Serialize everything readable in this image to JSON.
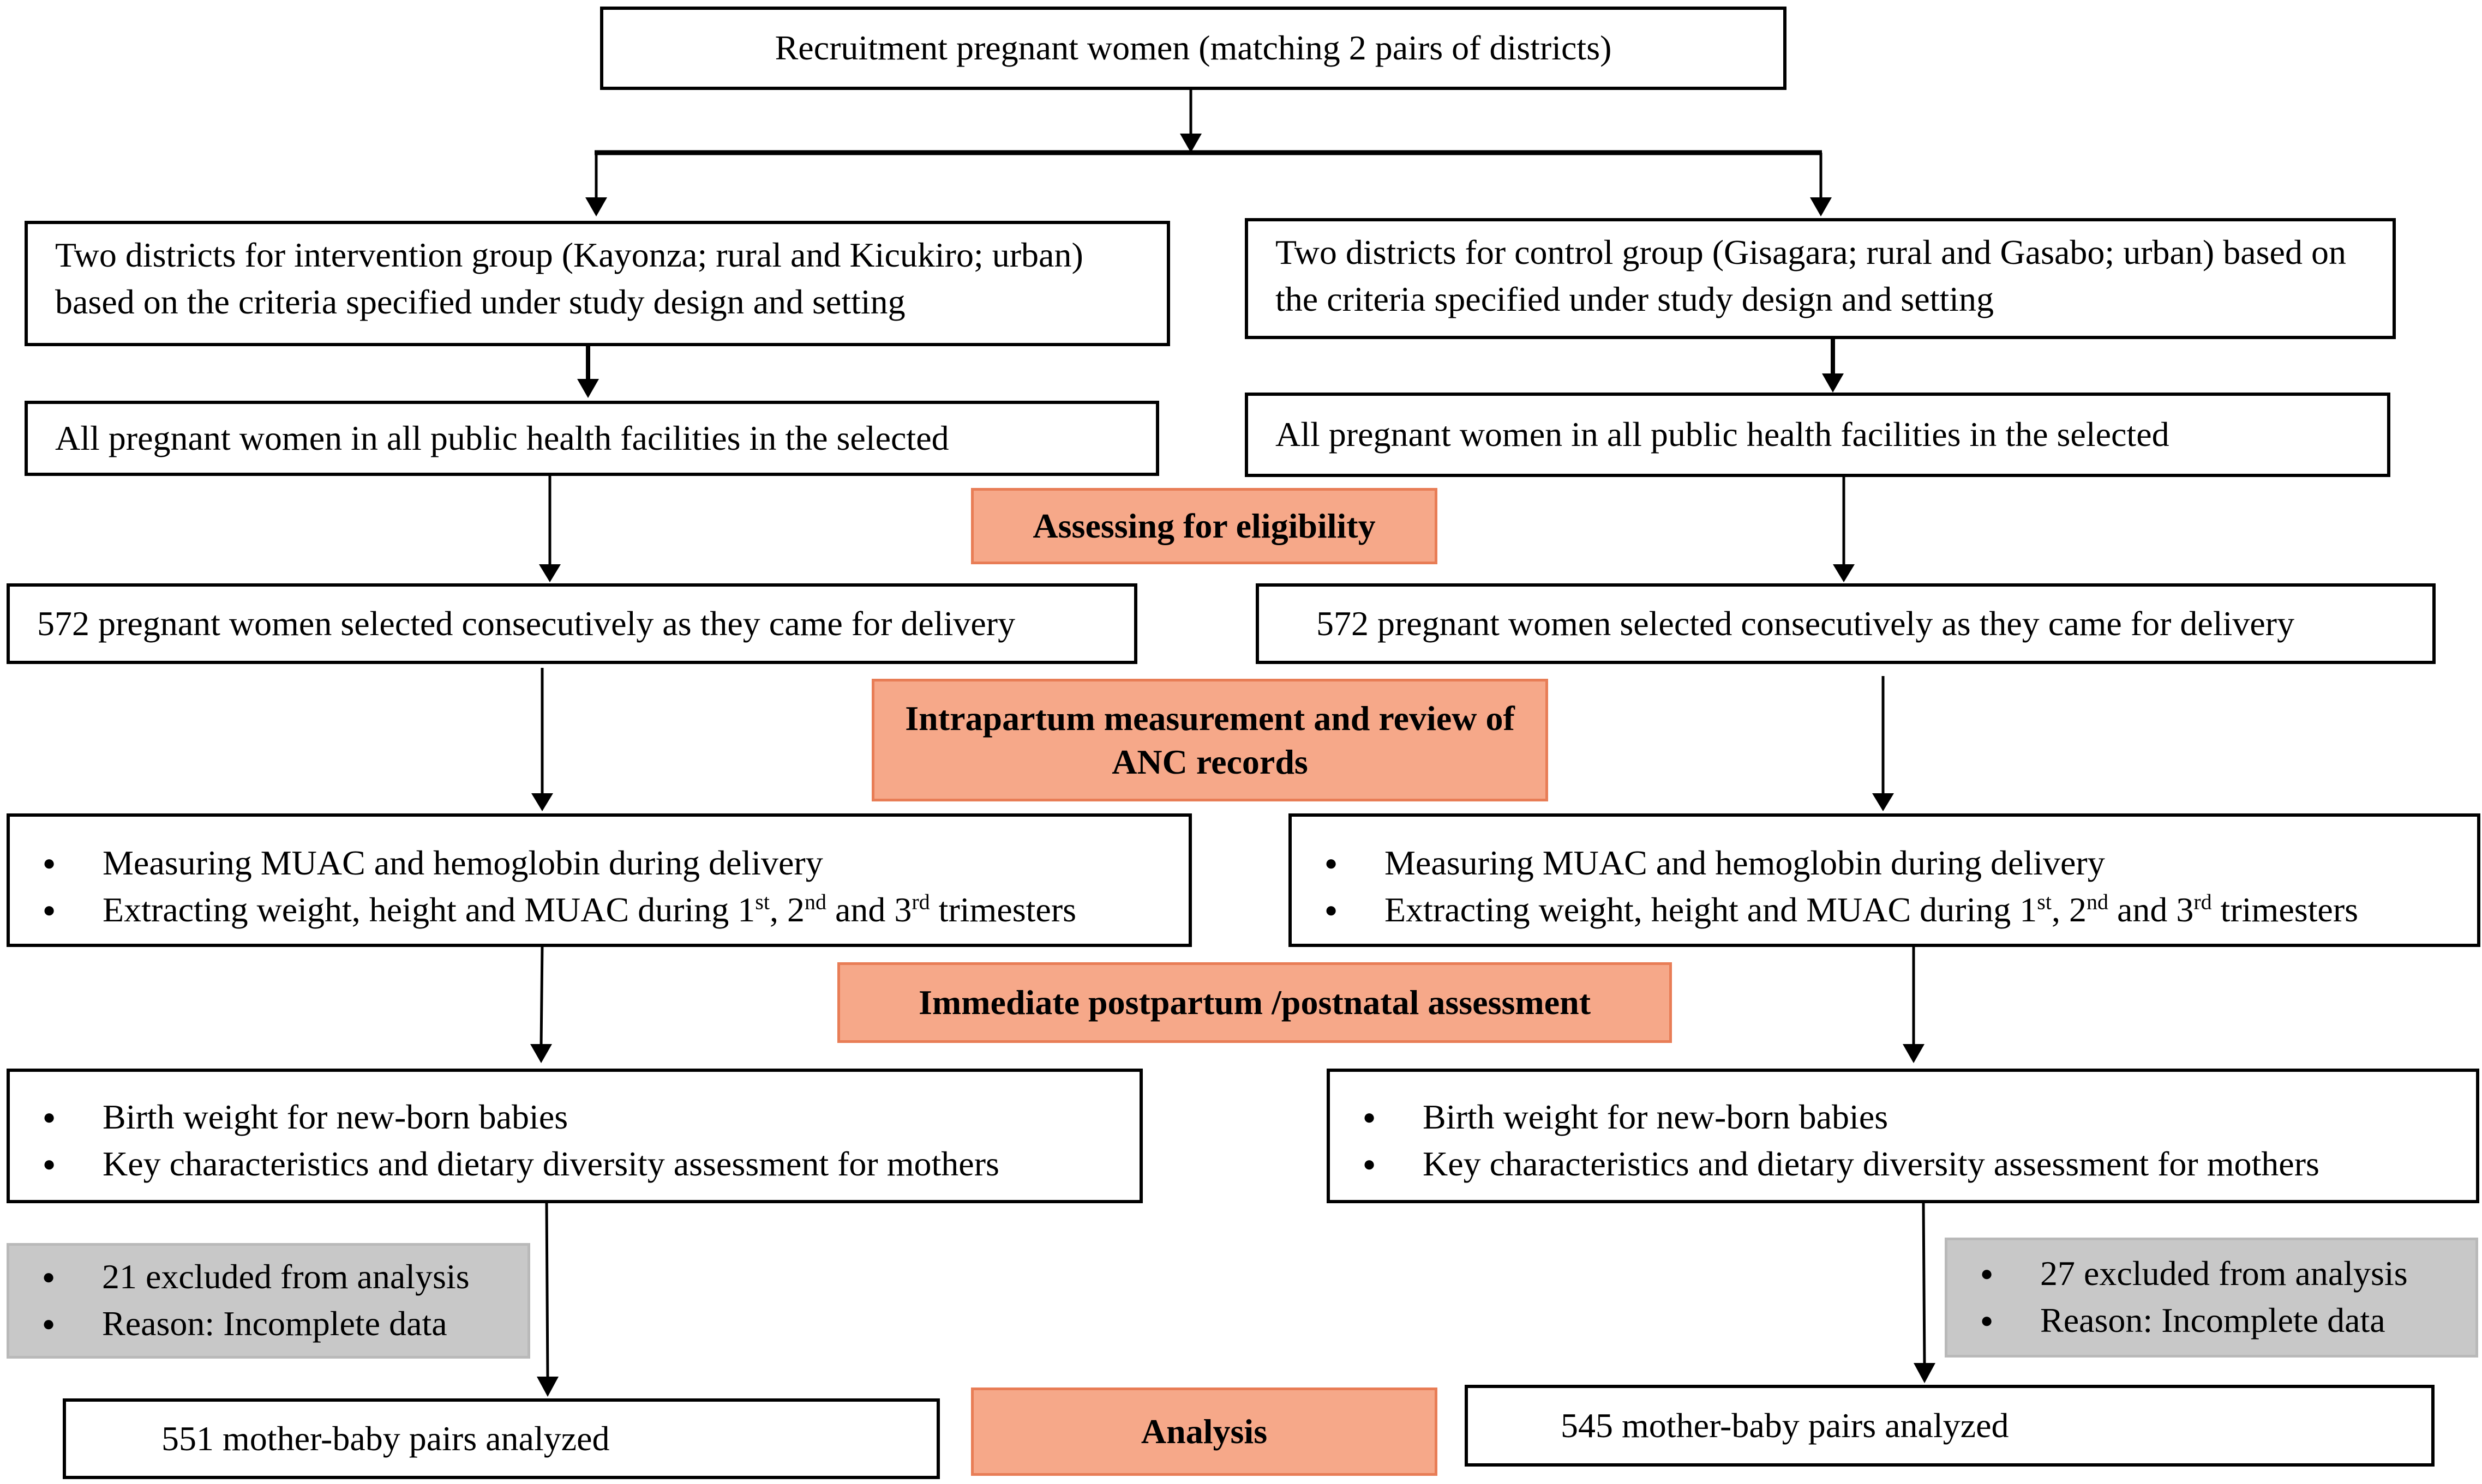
{
  "top": {
    "text": "Recruitment pregnant women (matching 2 pairs of districts)"
  },
  "intervention": {
    "districts": "Two districts for intervention group (Kayonza; rural and Kicukiro; urban) based on the criteria specified under study design and setting",
    "all_women": "All pregnant women in all public health facilities in the selected",
    "selected": "572 pregnant women selected consecutively as they came for delivery",
    "measure_1": "Measuring MUAC and hemoglobin during delivery",
    "measure_2": "Extracting weight, height and MUAC during 1st, 2nd and 3rd trimesters",
    "post_1": "Birth weight for new-born babies",
    "post_2": "Key characteristics and dietary diversity assessment for mothers",
    "excluded_1": "21 excluded from analysis",
    "excluded_2": "Reason: Incomplete data",
    "analyzed": "551 mother-baby pairs analyzed"
  },
  "control": {
    "districts": "Two districts for control group (Gisagara; rural and Gasabo; urban) based on the criteria specified under study design and setting",
    "all_women": "All pregnant women in all public health facilities in the selected",
    "selected": "572 pregnant women selected consecutively as they came for delivery",
    "measure_1": "Measuring MUAC and hemoglobin during delivery",
    "measure_2": "Extracting weight, height and MUAC during 1st, 2nd and 3rd trimesters",
    "post_1": "Birth weight for new-born babies",
    "post_2": "Key characteristics and dietary diversity assessment for mothers",
    "excluded_1": "27 excluded from analysis",
    "excluded_2": "Reason: Incomplete data",
    "analyzed": "545 mother-baby pairs analyzed"
  },
  "stages": {
    "eligibility": "Assessing for eligibility",
    "intrapartum": "Intrapartum measurement and review of ANC records",
    "postpartum": "Immediate postpartum /postnatal assessment",
    "analysis": "Analysis"
  },
  "colors": {
    "stage_fill": "#f6a889",
    "stage_border": "#e87d56",
    "excluded_fill": "#c8c8c8",
    "line": "#000000"
  }
}
